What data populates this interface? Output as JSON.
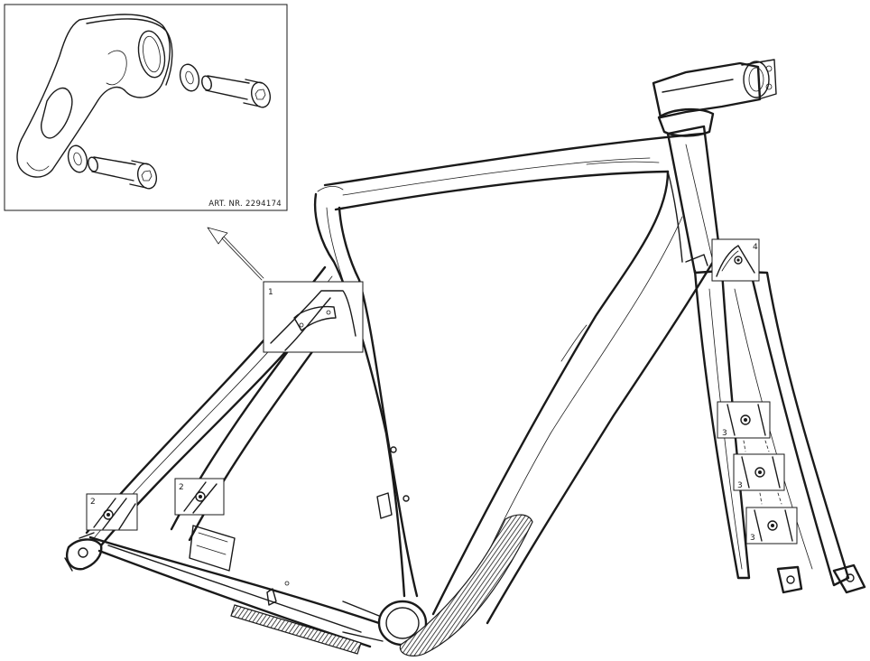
{
  "inset": {
    "part_number": "ART. NR. 2294174"
  },
  "callouts": [
    {
      "id": "callout-1",
      "label": "1"
    },
    {
      "id": "callout-2a",
      "label": "2"
    },
    {
      "id": "callout-2b",
      "label": "2"
    },
    {
      "id": "callout-3a",
      "label": "3"
    },
    {
      "id": "callout-3b",
      "label": "3"
    },
    {
      "id": "callout-3c",
      "label": "3"
    },
    {
      "id": "callout-4",
      "label": "4"
    }
  ]
}
